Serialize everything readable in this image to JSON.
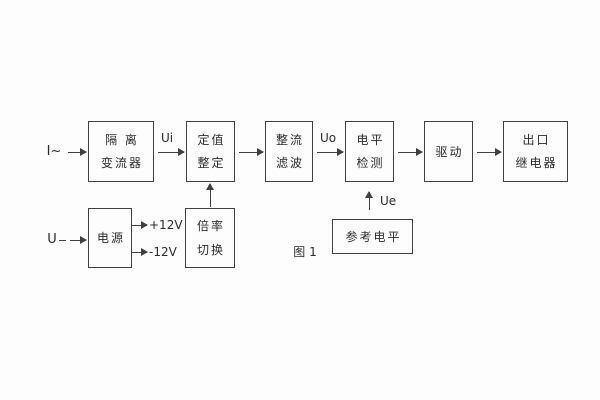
{
  "diagram": {
    "caption": "图 1",
    "blocks": {
      "isolation_transformer": {
        "line1": "隔 离",
        "line2": "变流器"
      },
      "setting_adjust": {
        "line1": "定值",
        "line2": "整定"
      },
      "rectifier_filter": {
        "line1": "整流",
        "line2": "滤波"
      },
      "level_detector": {
        "line1": "电平",
        "line2": "检测"
      },
      "driver": {
        "label": "驱动"
      },
      "output_relay": {
        "line1": "出口",
        "line2": "继电器"
      },
      "power_supply": {
        "label": "电源"
      },
      "ratio_switch": {
        "line1": "倍率",
        "line2": "切换"
      },
      "reference_level": {
        "label": "参考电平"
      }
    },
    "signal_labels": {
      "input_current": "I~",
      "input_voltage": "U",
      "ui": "Ui",
      "uo": "Uo",
      "ue": "Ue",
      "positive_rail": "+12V",
      "negative_rail": "-12V"
    }
  },
  "colors": {
    "line": "#404040",
    "text": "#2b2b2b",
    "background": "#fdfdfd"
  }
}
